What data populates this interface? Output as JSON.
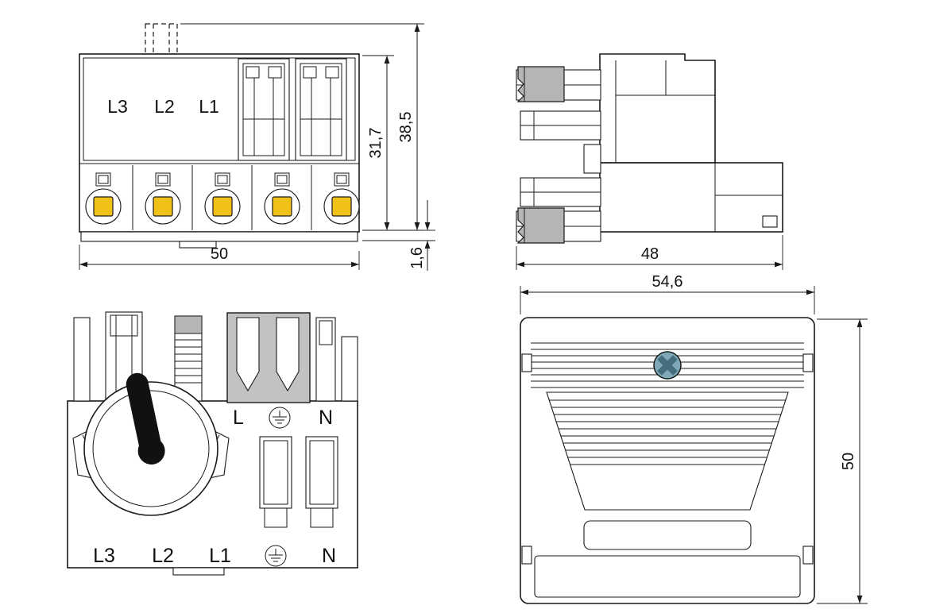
{
  "drawing": {
    "top_view": {
      "pole_labels": [
        "L3",
        "L2",
        "L1"
      ],
      "dim_height_inner": "31,7",
      "dim_height_total": "38,5",
      "dim_flange": "1,6",
      "dim_width": "50"
    },
    "side_view": {
      "dim_depth": "48"
    },
    "front_view": {
      "mid_labels": [
        "L",
        "⏚",
        "N"
      ],
      "bottom_labels": [
        "L3",
        "L2",
        "L1",
        "⏚",
        "N"
      ]
    },
    "cover_view": {
      "dim_width": "54,6",
      "dim_height": "50"
    },
    "colors": {
      "clamp_button_yellow": "#f2c118",
      "screw_teal": "#7fa9b6",
      "screw_cross_teal": "#456e7c",
      "latch_gray": "#b5b5b5",
      "coding_gray": "#c2c2c2",
      "line_black": "#1a1a1a",
      "background": "#ffffff"
    }
  }
}
